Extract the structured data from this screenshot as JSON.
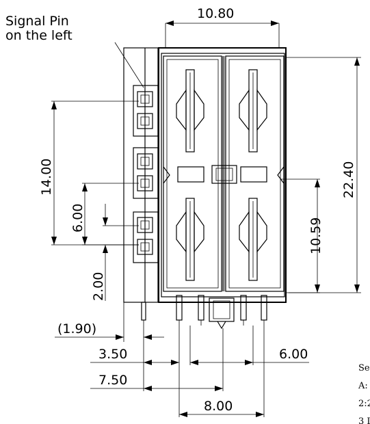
{
  "note": {
    "line1": "Signal Pin",
    "line2": "on the left"
  },
  "dimensions": {
    "top_width": "10.80",
    "overall_height": "22.40",
    "pitch_14": "14.00",
    "pitch_6": "6.00",
    "offset_2": "2.00",
    "offset_1_90": "(1.90)",
    "offset_3_50": "3.50",
    "offset_7_50": "7.50",
    "width_8": "8.00",
    "right_6": "6.00",
    "height_10_59": "10.59"
  },
  "notes_clipped": {
    "line1": "Se",
    "line2": "A:",
    "line3": "2:2",
    "line4": "3 L"
  }
}
